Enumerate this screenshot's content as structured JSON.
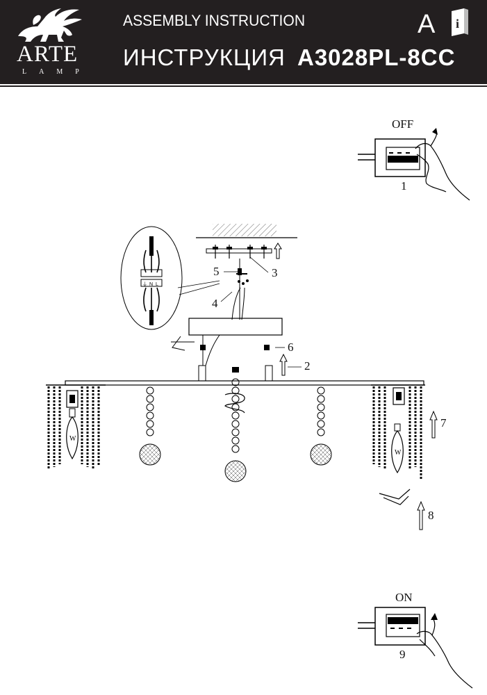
{
  "header": {
    "brand": "ARTE",
    "brand_sub": "LAMP",
    "title_en": "ASSEMBLY INSTRUCTION",
    "title_ru": "ИНСТРУКЦИЯ",
    "model": "A3028PL-8CC",
    "badge_letter": "A",
    "colors": {
      "background": "#231f20",
      "text": "#ffffff"
    },
    "icons": [
      "winged-lion-logo-icon",
      "info-book-icon"
    ]
  },
  "steps": {
    "off_label": "OFF",
    "on_label": "ON",
    "s1": "1",
    "s2": "2",
    "s3": "3",
    "s4": "4",
    "s5": "5",
    "s6": "6",
    "s7": "7",
    "s8": "8",
    "s9": "9"
  },
  "terminal_block": {
    "marks": [
      "⏚",
      "N",
      "L"
    ]
  },
  "bulb_mark": "W"
}
